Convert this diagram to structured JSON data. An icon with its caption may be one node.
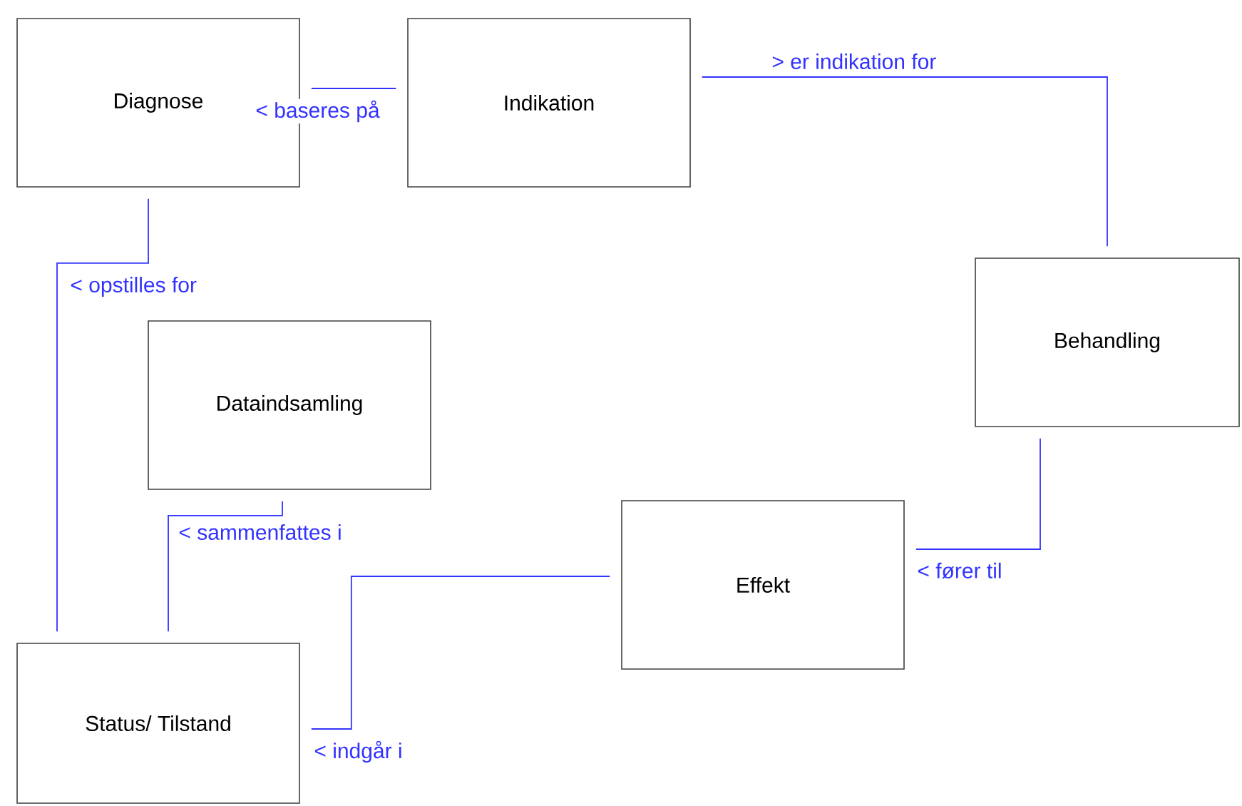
{
  "diagram": {
    "nodes": [
      {
        "text": [
          "Diagnose"
        ]
      },
      {
        "text": [
          "Indikation"
        ]
      },
      {
        "text": [
          "Behandling"
        ]
      },
      {
        "text": [
          "Dataindsamling"
        ]
      },
      {
        "text": [
          "Effekt"
        ]
      },
      {
        "text": [
          "Status/ Tilstand"
        ]
      }
    ],
    "edges": [
      {
        "from": 0,
        "to": 1,
        "arrow": "none",
        "label": "< baseres på"
      },
      {
        "from": 1,
        "to": 2,
        "arrow": "none",
        "label": "> er indikation for"
      },
      {
        "from": 0,
        "to": 5,
        "arrow": "none",
        "label": "< opstilles for"
      },
      {
        "from": 3,
        "to": 5,
        "arrow": "none",
        "label": "< sammenfattes i"
      },
      {
        "from": 2,
        "to": 4,
        "arrow": "none",
        "label": "< fører til"
      },
      {
        "from": 4,
        "to": 5,
        "arrow": "none",
        "label": "< indgår i"
      }
    ]
  }
}
